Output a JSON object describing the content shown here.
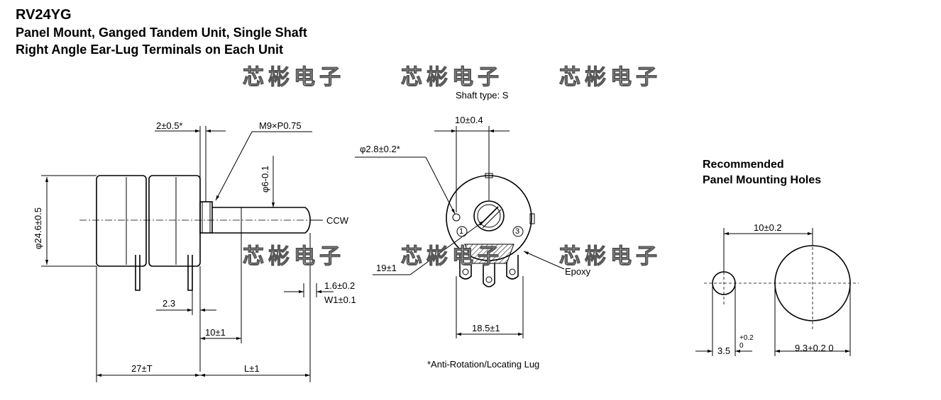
{
  "header": {
    "model": "RV24YG",
    "line1": "Panel Mount, Ganged Tandem Unit, Single Shaft",
    "line2": "Right Angle Ear-Lug Terminals on Each Unit"
  },
  "watermark": "芯彬电子",
  "side_view": {
    "dim_nut": "2±0.5*",
    "dim_thread": "M9×P0.75",
    "dim_diameter": "φ24.6±0.5",
    "dim_shaft_dia": "φ6-0.1",
    "label_ccw": "CCW",
    "dim_terminal_offset": "2.3",
    "dim_bushing": "10±1",
    "dim_body": "27±T",
    "dim_shaft_len": "L±1",
    "dim_flat_depth": "1.6±0.2",
    "dim_flat_width": "W1±0.1"
  },
  "front_view": {
    "shaft_type": "Shaft type: S",
    "dim_lug_spacing": "10±0.4",
    "dim_lug_dia": "φ2.8±0.2*",
    "dim_radius": "19±1",
    "dim_terminal_span": "18.5±1",
    "label_epoxy": "Epoxy",
    "terminal_1": "1",
    "terminal_3": "3",
    "footnote": "*Anti-Rotation/Locating Lug"
  },
  "panel_holes": {
    "title_line1": "Recommended",
    "title_line2": "Panel Mounting Holes",
    "dim_spacing": "10±0.2",
    "dim_small": "3.5",
    "dim_small_tol": "+0.2 0",
    "dim_large": "9.3+0.2 0"
  }
}
